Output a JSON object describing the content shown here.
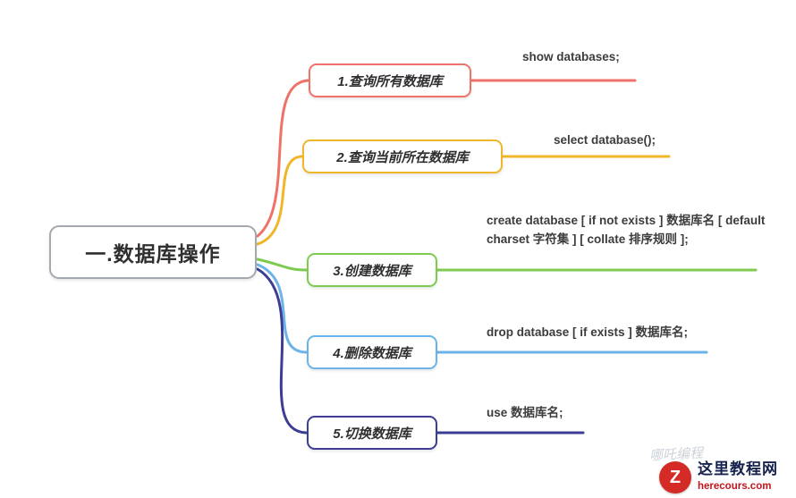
{
  "root": {
    "label": "一.数据库操作"
  },
  "branches": [
    {
      "label": "1.查询所有数据库",
      "code": "show databases;",
      "color": "#ee7268"
    },
    {
      "label": "2.查询当前所在数据库",
      "code": "select database();",
      "color": "#f0b62a"
    },
    {
      "label": "3.创建数据库",
      "code": "create database [ if not exists ] 数据库名 [ default charset 字符集 ] [ collate 排序规则 ];",
      "color": "#7fcb52"
    },
    {
      "label": "4.删除数据库",
      "code": "drop database [ if exists ] 数据库名;",
      "color": "#6cb4e8"
    },
    {
      "label": "5.切换数据库",
      "code": "use 数据库名;",
      "color": "#3d3d96"
    }
  ],
  "root_border_color": "#a3a9af",
  "watermark": {
    "faint_text": "哪吒编程",
    "logo_letter": "Z",
    "site_name": "这里教程网",
    "site_url": "herecours.com",
    "logo_color": "#d42b26"
  }
}
